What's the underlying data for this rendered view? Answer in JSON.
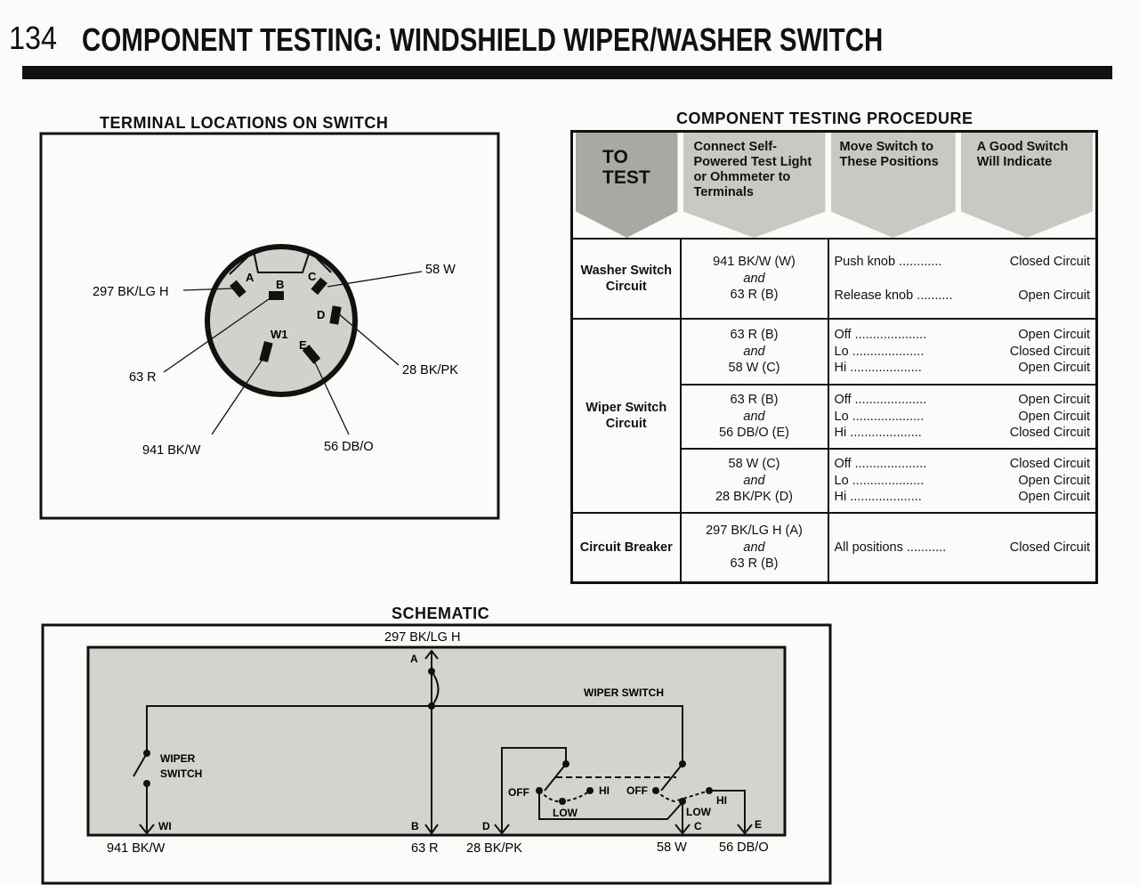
{
  "header": {
    "page_number": "134",
    "title": "COMPONENT TESTING: WINDSHIELD WIPER/WASHER SWITCH"
  },
  "terminal": {
    "heading": "TERMINAL LOCATIONS ON SWITCH",
    "pins": {
      "a": "A",
      "b": "B",
      "c": "C",
      "d": "D",
      "e": "E",
      "w1": "W1"
    },
    "wires": {
      "w297": "297 BK/LG H",
      "w58": "58 W",
      "w63": "63 R",
      "w28": "28 BK/PK",
      "w941": "941 BK/W",
      "w56": "56 DB/O"
    }
  },
  "procedure": {
    "heading": "COMPONENT TESTING PROCEDURE",
    "columns": [
      "TO TEST",
      "Connect Self- Powered Test Light or Ohmmeter to Terminals",
      "Move Switch to These Positions",
      "A Good Switch Will Indicate"
    ],
    "rows": [
      {
        "test": "Washer Switch Circuit",
        "t1": "941 BK/W (W)",
        "and": "and",
        "t2": "63 R (B)",
        "positions": [
          {
            "pos": "Push knob ............",
            "result": "Closed Circuit"
          },
          {
            "pos": "Release knob ..........",
            "result": "Open Circuit"
          }
        ]
      },
      {
        "test": "Wiper Switch Circuit",
        "t1": "63 R (B)",
        "and": "and",
        "t2": "58 W (C)",
        "positions": [
          {
            "pos": "Off ....................",
            "result": "Open Circuit"
          },
          {
            "pos": "Lo ....................",
            "result": "Closed Circuit"
          },
          {
            "pos": "Hi ....................",
            "result": "Open Circuit"
          }
        ]
      },
      {
        "t1": "63 R (B)",
        "and": "and",
        "t2": "56 DB/O (E)",
        "positions": [
          {
            "pos": "Off ....................",
            "result": "Open Circuit"
          },
          {
            "pos": "Lo ....................",
            "result": "Open Circuit"
          },
          {
            "pos": "Hi ....................",
            "result": "Closed Circuit"
          }
        ]
      },
      {
        "t1": "58 W (C)",
        "and": "and",
        "t2": "28 BK/PK (D)",
        "positions": [
          {
            "pos": "Off ....................",
            "result": "Closed Circuit"
          },
          {
            "pos": "Lo ....................",
            "result": "Open Circuit"
          },
          {
            "pos": "Hi ....................",
            "result": "Open Circuit"
          }
        ]
      },
      {
        "test": "Circuit Breaker",
        "t1": "297 BK/LG H (A)",
        "and": "and",
        "t2": "63 R (B)",
        "positions": [
          {
            "pos": "All positions ...........",
            "result": "Closed Circuit"
          }
        ]
      }
    ]
  },
  "schematic": {
    "heading": "SCHEMATIC",
    "top_wire": "297 BK/LG H",
    "wiper_switch": "WIPER SWITCH",
    "washer_label1": "WIPER",
    "washer_label2": "SWITCH",
    "pins": {
      "a": "A",
      "b": "B",
      "c": "C",
      "d": "D",
      "e": "E",
      "wi": "WI"
    },
    "positions": {
      "off": "OFF",
      "low": "LOW",
      "hi": "HI"
    },
    "wires": [
      "941 BK/W",
      "63 R",
      "28 BK/PK",
      "58 W",
      "56 DB/O"
    ]
  }
}
